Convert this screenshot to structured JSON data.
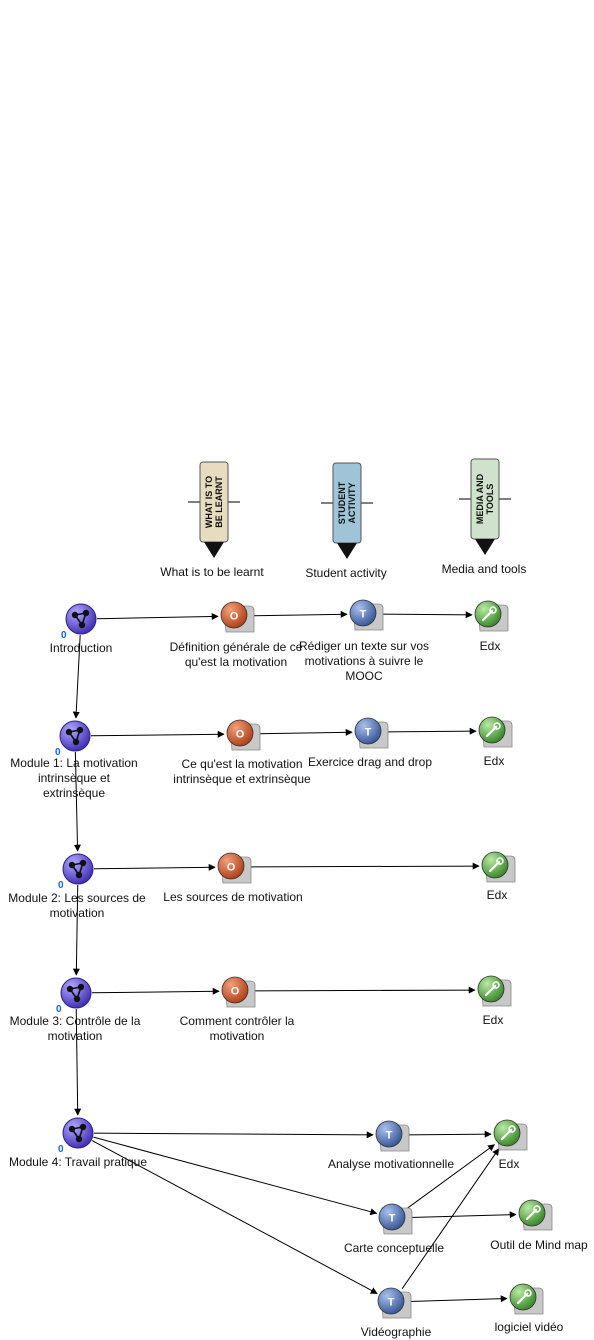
{
  "legend": [
    {
      "id": "knowledge",
      "banner": "WHAT IS TO BE LEARNT",
      "banner_lines": [
        "WHAT IS TO",
        "BE LEARNT"
      ],
      "label": "What is to be learnt",
      "color": "#e8dcc0"
    },
    {
      "id": "activity",
      "banner": "STUDENT ACTIVITY",
      "banner_lines": [
        "STUDENT",
        "ACTIVITY"
      ],
      "label": "Student activity",
      "color": "#9fc4d8"
    },
    {
      "id": "media",
      "banner": "MEDIA AND TOOLS",
      "banner_lines": [
        "MEDIA AND",
        "TOOLS"
      ],
      "label": "Media and tools",
      "color": "#cfe2cc"
    }
  ],
  "node_types": {
    "module": {
      "color": "#5a48c8",
      "icon": "network-icon"
    },
    "knowledge": {
      "color": "#c4532a",
      "icon": "o-icon",
      "glyph": "O"
    },
    "activity": {
      "color": "#4a6aa8",
      "icon": "t-icon",
      "glyph": "T"
    },
    "tool": {
      "color": "#4a9a3a",
      "icon": "wrench-icon"
    }
  },
  "nodes": [
    {
      "id": "n_intro",
      "type": "module",
      "count": "0",
      "lines": [
        "Introduction"
      ]
    },
    {
      "id": "n_def",
      "type": "knowledge",
      "lines": [
        "Définition générale de ce",
        "qu'est la motivation"
      ]
    },
    {
      "id": "n_rediger",
      "type": "activity",
      "lines": [
        "Rédiger un texte sur vos",
        "motivations à suivre le",
        "MOOC"
      ]
    },
    {
      "id": "n_edx1",
      "type": "tool",
      "lines": [
        "Edx"
      ]
    },
    {
      "id": "n_m1",
      "type": "module",
      "count": "0",
      "lines": [
        "Module 1: La motivation",
        "intrinsèque et",
        "extrinsèque"
      ]
    },
    {
      "id": "n_ce",
      "type": "knowledge",
      "lines": [
        "Ce qu'est la motivation",
        "intrinsèque et extrinsèque"
      ]
    },
    {
      "id": "n_drag",
      "type": "activity",
      "lines": [
        "Exercice drag and drop"
      ]
    },
    {
      "id": "n_edx2",
      "type": "tool",
      "lines": [
        "Edx"
      ]
    },
    {
      "id": "n_m2",
      "type": "module",
      "count": "0",
      "lines": [
        "Module 2: Les sources de",
        "motivation"
      ]
    },
    {
      "id": "n_sources",
      "type": "knowledge",
      "lines": [
        "Les sources de motivation"
      ]
    },
    {
      "id": "n_edx3",
      "type": "tool",
      "lines": [
        "Edx"
      ]
    },
    {
      "id": "n_m3",
      "type": "module",
      "count": "0",
      "lines": [
        "Module 3: Contrôle de la",
        "motivation"
      ]
    },
    {
      "id": "n_controler",
      "type": "knowledge",
      "lines": [
        "Comment contrôler la",
        "motivation"
      ]
    },
    {
      "id": "n_edx4",
      "type": "tool",
      "lines": [
        "Edx"
      ]
    },
    {
      "id": "n_m4",
      "type": "module",
      "count": "0",
      "lines": [
        "Module 4: Travail pratique"
      ]
    },
    {
      "id": "n_analyse",
      "type": "activity",
      "lines": [
        "Analyse motivationnelle"
      ]
    },
    {
      "id": "n_edx5",
      "type": "tool",
      "lines": [
        "Edx"
      ]
    },
    {
      "id": "n_carte",
      "type": "activity",
      "lines": [
        "Carte conceptuelle"
      ]
    },
    {
      "id": "n_mindmap",
      "type": "tool",
      "lines": [
        "Outil de Mind map"
      ]
    },
    {
      "id": "n_video",
      "type": "activity",
      "lines": [
        "Vidéographie"
      ]
    },
    {
      "id": "n_logiciel",
      "type": "tool",
      "lines": [
        "logiciel vidéo"
      ]
    }
  ],
  "edges": [
    {
      "from": "n_intro",
      "to": "n_def"
    },
    {
      "from": "n_def",
      "to": "n_rediger"
    },
    {
      "from": "n_rediger",
      "to": "n_edx1"
    },
    {
      "from": "n_intro",
      "to": "n_m1"
    },
    {
      "from": "n_m1",
      "to": "n_ce"
    },
    {
      "from": "n_ce",
      "to": "n_drag"
    },
    {
      "from": "n_drag",
      "to": "n_edx2"
    },
    {
      "from": "n_m1",
      "to": "n_m2"
    },
    {
      "from": "n_m2",
      "to": "n_sources"
    },
    {
      "from": "n_sources",
      "to": "n_edx3"
    },
    {
      "from": "n_m2",
      "to": "n_m3"
    },
    {
      "from": "n_m3",
      "to": "n_controler"
    },
    {
      "from": "n_controler",
      "to": "n_edx4"
    },
    {
      "from": "n_m3",
      "to": "n_m4"
    },
    {
      "from": "n_m4",
      "to": "n_analyse"
    },
    {
      "from": "n_m4",
      "to": "n_carte"
    },
    {
      "from": "n_m4",
      "to": "n_video"
    },
    {
      "from": "n_analyse",
      "to": "n_edx5"
    },
    {
      "from": "n_carte",
      "to": "n_edx5"
    },
    {
      "from": "n_carte",
      "to": "n_mindmap"
    },
    {
      "from": "n_video",
      "to": "n_edx5"
    },
    {
      "from": "n_video",
      "to": "n_logiciel"
    }
  ]
}
